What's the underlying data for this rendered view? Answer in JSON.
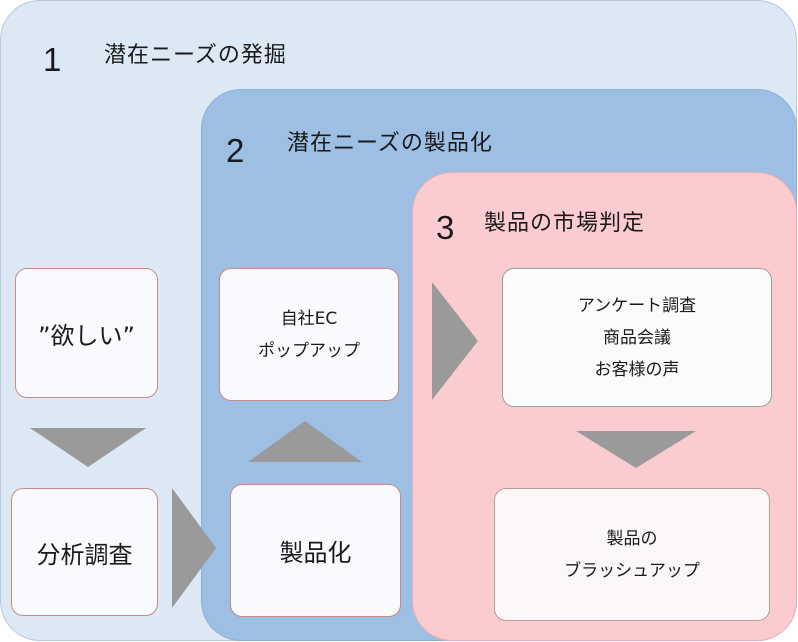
{
  "panels": [
    {
      "number": "1",
      "title": "潜在ニーズの発掘",
      "color": "#dde8f5"
    },
    {
      "number": "2",
      "title": "潜在ニーズの製品化",
      "color": "#9dbfe3"
    },
    {
      "number": "3",
      "title": "製品の市場判定",
      "color": "#fbcccf"
    }
  ],
  "boxes": {
    "want": {
      "lines": [
        "”欲しい”"
      ]
    },
    "analysis": {
      "lines": [
        "分析調査"
      ]
    },
    "ec_popup": {
      "lines": [
        "自社EC",
        "ポップアップ"
      ]
    },
    "productize": {
      "lines": [
        "製品化"
      ]
    },
    "survey": {
      "lines": [
        "アンケート調査",
        "商品会議",
        "お客様の声"
      ]
    },
    "brushup": {
      "lines": [
        "製品の",
        "ブラッシュアップ"
      ]
    }
  },
  "colors": {
    "arrow": "#9a9a9a"
  },
  "flow": [
    [
      "want",
      "analysis"
    ],
    [
      "analysis",
      "productize"
    ],
    [
      "productize",
      "ec_popup"
    ],
    [
      "ec_popup",
      "survey"
    ],
    [
      "survey",
      "brushup"
    ]
  ]
}
